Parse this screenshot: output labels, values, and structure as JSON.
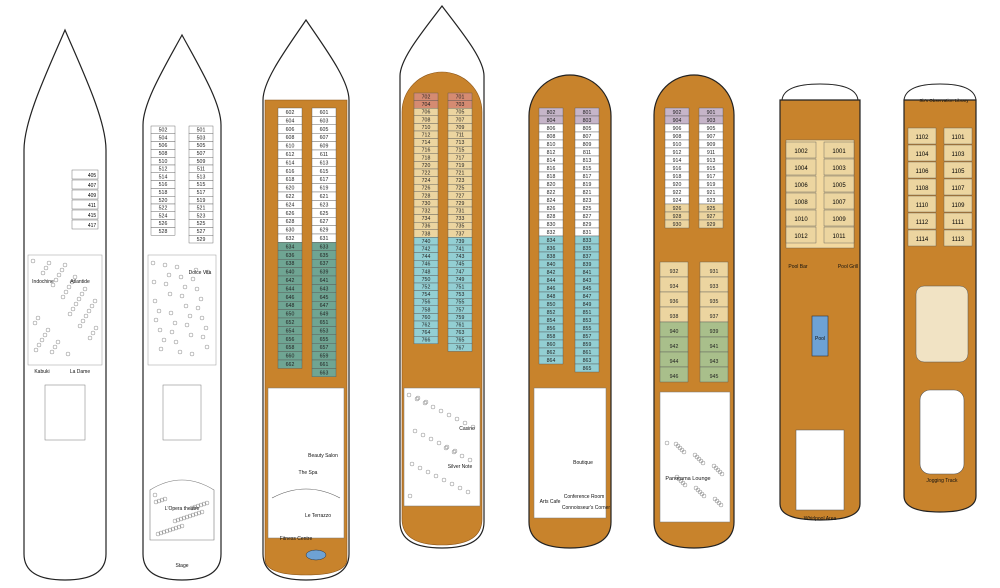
{
  "colors": {
    "wood": "#c8832c",
    "wood_dark": "#8a5418",
    "cabin_green": "#6fa593",
    "cabin_teal": "#93cfd3",
    "cabin_tan": "#ecd5a0",
    "cabin_sage": "#a9bf8b",
    "cabin_mauve": "#c6b5c9",
    "cabin_salmon": "#d58b72",
    "cabin_white": "#ffffff",
    "pool_blue": "#6ea2d4",
    "outline": "#222222"
  },
  "decks": [
    {
      "id": "deck3",
      "rooms": [
        "Indochine",
        "Atlantide",
        "Kabuki",
        "La Dame"
      ],
      "cabins": [
        "405",
        "407",
        "409",
        "411",
        "415",
        "417"
      ]
    },
    {
      "id": "deck5",
      "rooms": [
        "Dolce Vita",
        "L'Opera theatre",
        "Stage"
      ],
      "cabins_left": [
        "502",
        "504",
        "506",
        "508",
        "510",
        "512",
        "514",
        "516",
        "518",
        "520",
        "522",
        "524",
        "526",
        "528"
      ],
      "cabins_right": [
        "501",
        "503",
        "505",
        "507",
        "509",
        "511",
        "513",
        "515",
        "517",
        "519",
        "521",
        "523",
        "525",
        "527",
        "529"
      ]
    },
    {
      "id": "deck6",
      "rooms": [
        "Beauty Salon",
        "The Spa",
        "Fitness Centre",
        "Le Terrazzo"
      ],
      "cabins_left": [
        "602",
        "604",
        "606",
        "608",
        "610",
        "612",
        "614",
        "616",
        "618",
        "620",
        "622",
        "624",
        "626",
        "628",
        "630",
        "632",
        "634",
        "636",
        "638",
        "640",
        "642",
        "644",
        "646",
        "648",
        "650",
        "652",
        "654",
        "656",
        "658",
        "660",
        "662"
      ],
      "cabins_right": [
        "601",
        "603",
        "605",
        "607",
        "609",
        "611",
        "613",
        "615",
        "617",
        "619",
        "621",
        "623",
        "625",
        "627",
        "629",
        "631",
        "633",
        "635",
        "637",
        "639",
        "641",
        "643",
        "645",
        "647",
        "649",
        "651",
        "653",
        "655",
        "657",
        "659",
        "661",
        "663"
      ]
    },
    {
      "id": "deck7",
      "rooms": [
        "Casino",
        "Silver Note"
      ],
      "cabins_left": [
        "702",
        "704",
        "706",
        "708",
        "710",
        "712",
        "714",
        "716",
        "718",
        "720",
        "722",
        "724",
        "726",
        "728",
        "730",
        "732",
        "734",
        "736",
        "738",
        "740",
        "742",
        "744",
        "746",
        "748",
        "750",
        "752",
        "754",
        "756",
        "758",
        "760",
        "762",
        "764",
        "766"
      ],
      "cabins_right": [
        "701",
        "703",
        "705",
        "707",
        "709",
        "711",
        "713",
        "715",
        "717",
        "719",
        "721",
        "723",
        "725",
        "727",
        "729",
        "731",
        "733",
        "735",
        "737",
        "739",
        "741",
        "743",
        "745",
        "747",
        "749",
        "751",
        "753",
        "755",
        "757",
        "759",
        "761",
        "763",
        "765",
        "767"
      ]
    },
    {
      "id": "deck8",
      "rooms": [
        "Boutique",
        "Arts Cafe",
        "Conference Room",
        "Connoisseur's Corner"
      ],
      "cabins_left": [
        "802",
        "804",
        "806",
        "808",
        "810",
        "812",
        "814",
        "816",
        "818",
        "820",
        "822",
        "824",
        "826",
        "828",
        "830",
        "832",
        "834",
        "836",
        "838",
        "840",
        "842",
        "844",
        "846",
        "848",
        "850",
        "852",
        "854",
        "856",
        "858",
        "860",
        "862",
        "864"
      ],
      "cabins_right": [
        "801",
        "803",
        "805",
        "807",
        "809",
        "811",
        "813",
        "815",
        "817",
        "819",
        "821",
        "823",
        "825",
        "827",
        "829",
        "831",
        "833",
        "835",
        "837",
        "839",
        "841",
        "843",
        "845",
        "847",
        "849",
        "851",
        "853",
        "855",
        "857",
        "859",
        "861",
        "863",
        "865"
      ]
    },
    {
      "id": "deck9",
      "rooms": [
        "Panorama Lounge"
      ],
      "cabins_left": [
        "902",
        "904",
        "906",
        "908",
        "910",
        "912",
        "914",
        "916",
        "918",
        "920",
        "922",
        "924",
        "926",
        "928",
        "930",
        "932",
        "934",
        "936",
        "938",
        "940",
        "942",
        "944",
        "946"
      ],
      "cabins_right": [
        "901",
        "903",
        "905",
        "907",
        "909",
        "911",
        "913",
        "915",
        "917",
        "919",
        "921",
        "923",
        "925",
        "927",
        "929",
        "931",
        "933",
        "935",
        "937",
        "939",
        "941",
        "943",
        "945"
      ]
    },
    {
      "id": "deck10",
      "rooms": [
        "Pool Bar",
        "Pool Grill",
        "Pool",
        "Whirlpool Area"
      ],
      "cabins_left": [
        "1002",
        "1004",
        "1006",
        "1008",
        "1010",
        "1012"
      ],
      "cabins_right": [
        "1001",
        "1003",
        "1005",
        "1007",
        "1009",
        "1011"
      ]
    },
    {
      "id": "deck11",
      "rooms": [
        "Sb's Observation Library",
        "Jogging Track"
      ],
      "cabins_left": [
        "1102",
        "1104",
        "1106",
        "1108",
        "1110",
        "1112",
        "1114"
      ],
      "cabins_right": [
        "1101",
        "1103",
        "1105",
        "1107",
        "1109",
        "1111",
        "1113"
      ]
    }
  ]
}
